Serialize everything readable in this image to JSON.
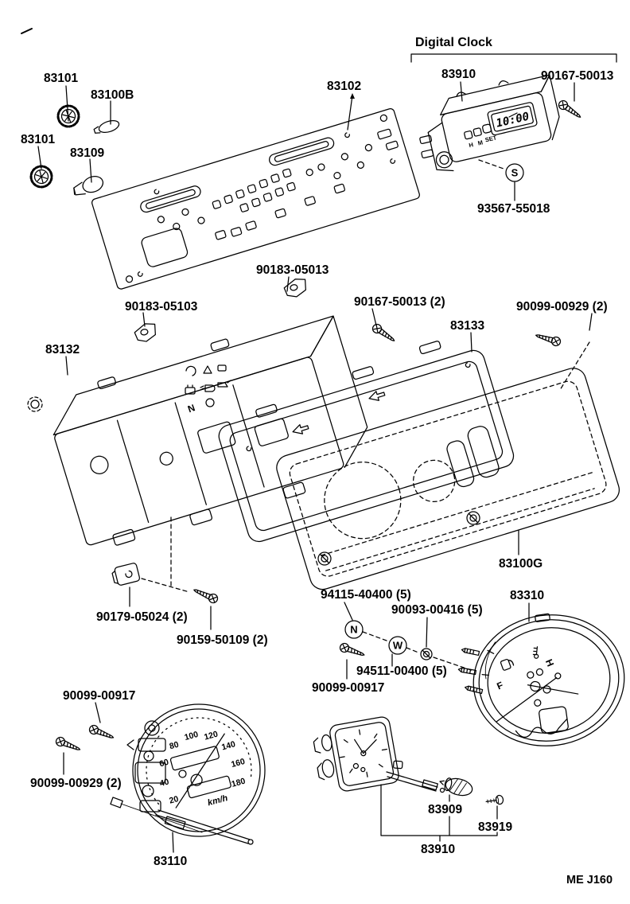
{
  "page": {
    "title": "Digital Clock",
    "page_code": "ME J160"
  },
  "labels": {
    "socket_upper": "83101",
    "bulb_upper": "83100B",
    "socket_lower": "83101",
    "bulb_wedge": "83109",
    "circuit_plate": "83102",
    "digital_clock": "83910",
    "clock_screw": "90167-50013",
    "clock_glass_screw": "93567-55018",
    "clip_right": "90183-05013",
    "clip_left": "90183-05103",
    "housing_screws": "90167-50013 (2)",
    "meter_glass": "83133",
    "lens_screws": "90099-00929 (2)",
    "meter_case": "83132",
    "front_lens": "83100G",
    "plate_clip": "90179-05024 (2)",
    "tapping_screw": "90159-50109 (2)",
    "nut": "94115-40400 (5)",
    "lock_washer": "90093-00416 (5)",
    "plain_washer": "94511-00400 (5)",
    "gauge_screw": "90099-00917",
    "fuel_gauge": "83310",
    "speedo_screw_a": "90099-00917",
    "speedo_screw_b": "90099-00929 (2)",
    "speedometer": "83110",
    "clock_bulb": "83909",
    "clock_set_screw": "83919",
    "clock_assembly": "83910"
  },
  "markers": {
    "screw_circle": "S",
    "nut_circle": "N",
    "washer_circle": "W",
    "neutral_indicator": "N"
  },
  "digital_clock_unit": {
    "display": "10:00",
    "button_h": "H",
    "button_m": "M",
    "button_set": "SET"
  },
  "speedometer_dial": {
    "numbers": [
      "20",
      "40",
      "60",
      "80",
      "100",
      "120",
      "140",
      "160",
      "180"
    ],
    "unit": "km/h"
  },
  "fuel_temp_gauge": {
    "full_mark": "F",
    "hot_mark": "H"
  }
}
